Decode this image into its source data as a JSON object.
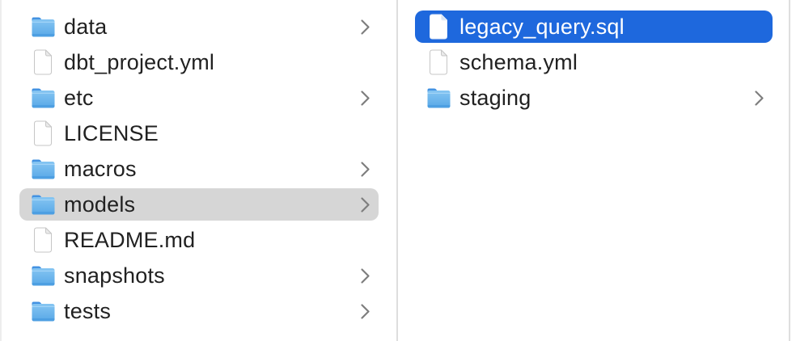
{
  "app": "finder-column-browser",
  "colors": {
    "selection_blue": "#1E68DD",
    "selection_gray": "#D6D6D6",
    "divider": "#DEDEDE",
    "background": "#FFFFFF",
    "text": "#212121",
    "text_selected": "#FFFFFF",
    "chevron": "#7E7E7E",
    "folder_tab": "#4392E2",
    "folder_body_top": "#85C5F2",
    "folder_body_bottom": "#58A8E7",
    "document_border": "#C6C6C6"
  },
  "columns": [
    {
      "name": "parent-directory-column",
      "items": [
        {
          "label": "data",
          "icon": "folder-icon",
          "chevron": true,
          "selected": "none"
        },
        {
          "label": "dbt_project.yml",
          "icon": "document-icon",
          "chevron": false,
          "selected": "none"
        },
        {
          "label": "etc",
          "icon": "folder-icon",
          "chevron": true,
          "selected": "none"
        },
        {
          "label": "LICENSE",
          "icon": "document-icon",
          "chevron": false,
          "selected": "none"
        },
        {
          "label": "macros",
          "icon": "folder-icon",
          "chevron": true,
          "selected": "none"
        },
        {
          "label": "models",
          "icon": "folder-icon",
          "chevron": true,
          "selected": "inactive"
        },
        {
          "label": "README.md",
          "icon": "document-icon",
          "chevron": false,
          "selected": "none"
        },
        {
          "label": "snapshots",
          "icon": "folder-icon",
          "chevron": true,
          "selected": "none"
        },
        {
          "label": "tests",
          "icon": "folder-icon",
          "chevron": true,
          "selected": "none"
        }
      ]
    },
    {
      "name": "current-directory-column",
      "items": [
        {
          "label": "legacy_query.sql",
          "icon": "document-icon",
          "chevron": false,
          "selected": "active"
        },
        {
          "label": "schema.yml",
          "icon": "document-icon",
          "chevron": false,
          "selected": "none"
        },
        {
          "label": "staging",
          "icon": "folder-icon",
          "chevron": true,
          "selected": "none"
        }
      ]
    }
  ]
}
